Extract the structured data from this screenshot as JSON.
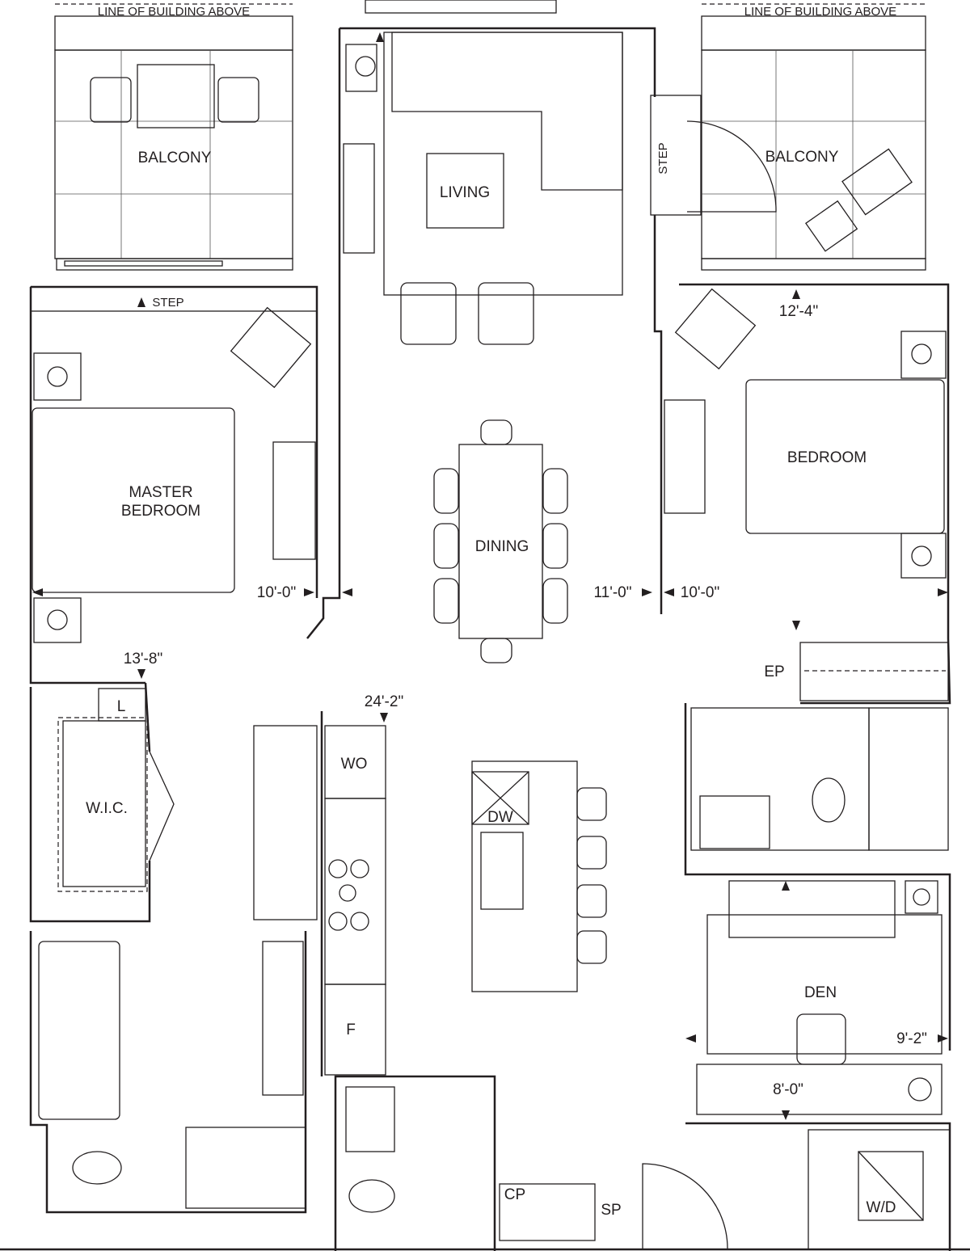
{
  "plan": {
    "line_of_building_left": "LINE OF BUILDING ABOVE",
    "line_of_building_right": "LINE OF BUILDING ABOVE",
    "rooms": {
      "balcony_left": "BALCONY",
      "balcony_right": "BALCONY",
      "living": "LIVING",
      "master_bedroom_line1": "MASTER",
      "master_bedroom_line2": "BEDROOM",
      "bedroom": "BEDROOM",
      "dining": "DINING",
      "wic": "W.I.C.",
      "den": "DEN"
    },
    "fixtures": {
      "step_left": "STEP",
      "step_right": "STEP",
      "linen": "L",
      "wall_oven": "WO",
      "dishwasher": "DW",
      "fridge": "F",
      "electrical_panel": "EP",
      "coat_closet": "CP",
      "storage": "SP",
      "washer_dryer": "W/D"
    },
    "dimensions": {
      "bedroom_depth": "12'-4\"",
      "master_width": "10'-0\"",
      "dining_width": "11'-0\"",
      "bedroom_width": "10'-0\"",
      "master_depth": "13'-8\"",
      "living_depth": "24'-2\"",
      "den_width": "9'-2\"",
      "den_depth": "8'-0\""
    }
  }
}
